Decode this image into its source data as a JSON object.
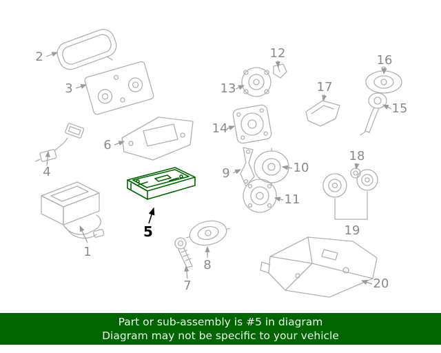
{
  "diagram": {
    "description": "Vehicle audio system parts diagram",
    "highlighted_callout": "5",
    "callouts": [
      "1",
      "2",
      "3",
      "4",
      "5",
      "6",
      "7",
      "8",
      "9",
      "10",
      "11",
      "12",
      "13",
      "14",
      "15",
      "16",
      "17",
      "18",
      "19",
      "20"
    ]
  },
  "banner": {
    "line1": "Part or sub-assembly is #5 in diagram",
    "line2": "Diagram may not be specific to your vehicle"
  },
  "colors": {
    "part_outline": "#b0b0b0",
    "callout_text": "#8a8a8a",
    "highlight_green": "#006400",
    "highlight_callout_text": "#000000",
    "banner_background": "#006400",
    "banner_text": "#eaffea"
  }
}
